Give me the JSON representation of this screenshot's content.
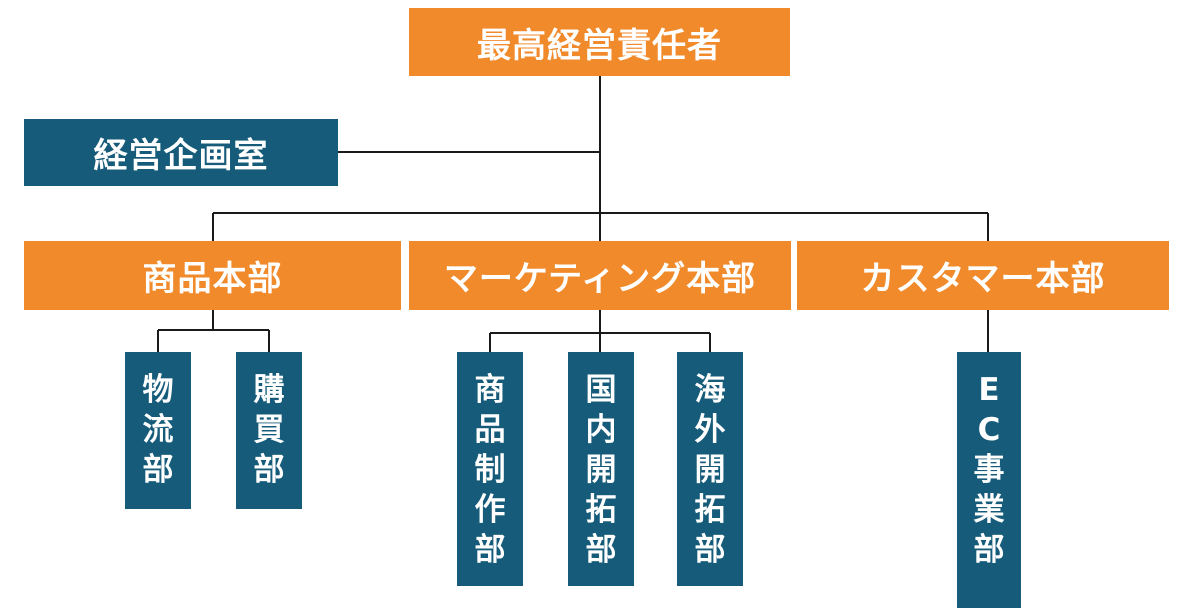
{
  "colors": {
    "orange": "#F08A2B",
    "blue": "#165C7A",
    "line": "#1A1A1A"
  },
  "ceo": "最高経営責任者",
  "planning_office": "経営企画室",
  "divisions": [
    {
      "label": "商品本部",
      "departments": [
        "物流部",
        "購買部"
      ]
    },
    {
      "label": "マーケティング本部",
      "departments": [
        "商品制作部",
        "国内開拓部",
        "海外開拓部"
      ]
    },
    {
      "label": "カスタマー本部",
      "departments": [
        "EC事業部"
      ]
    }
  ]
}
